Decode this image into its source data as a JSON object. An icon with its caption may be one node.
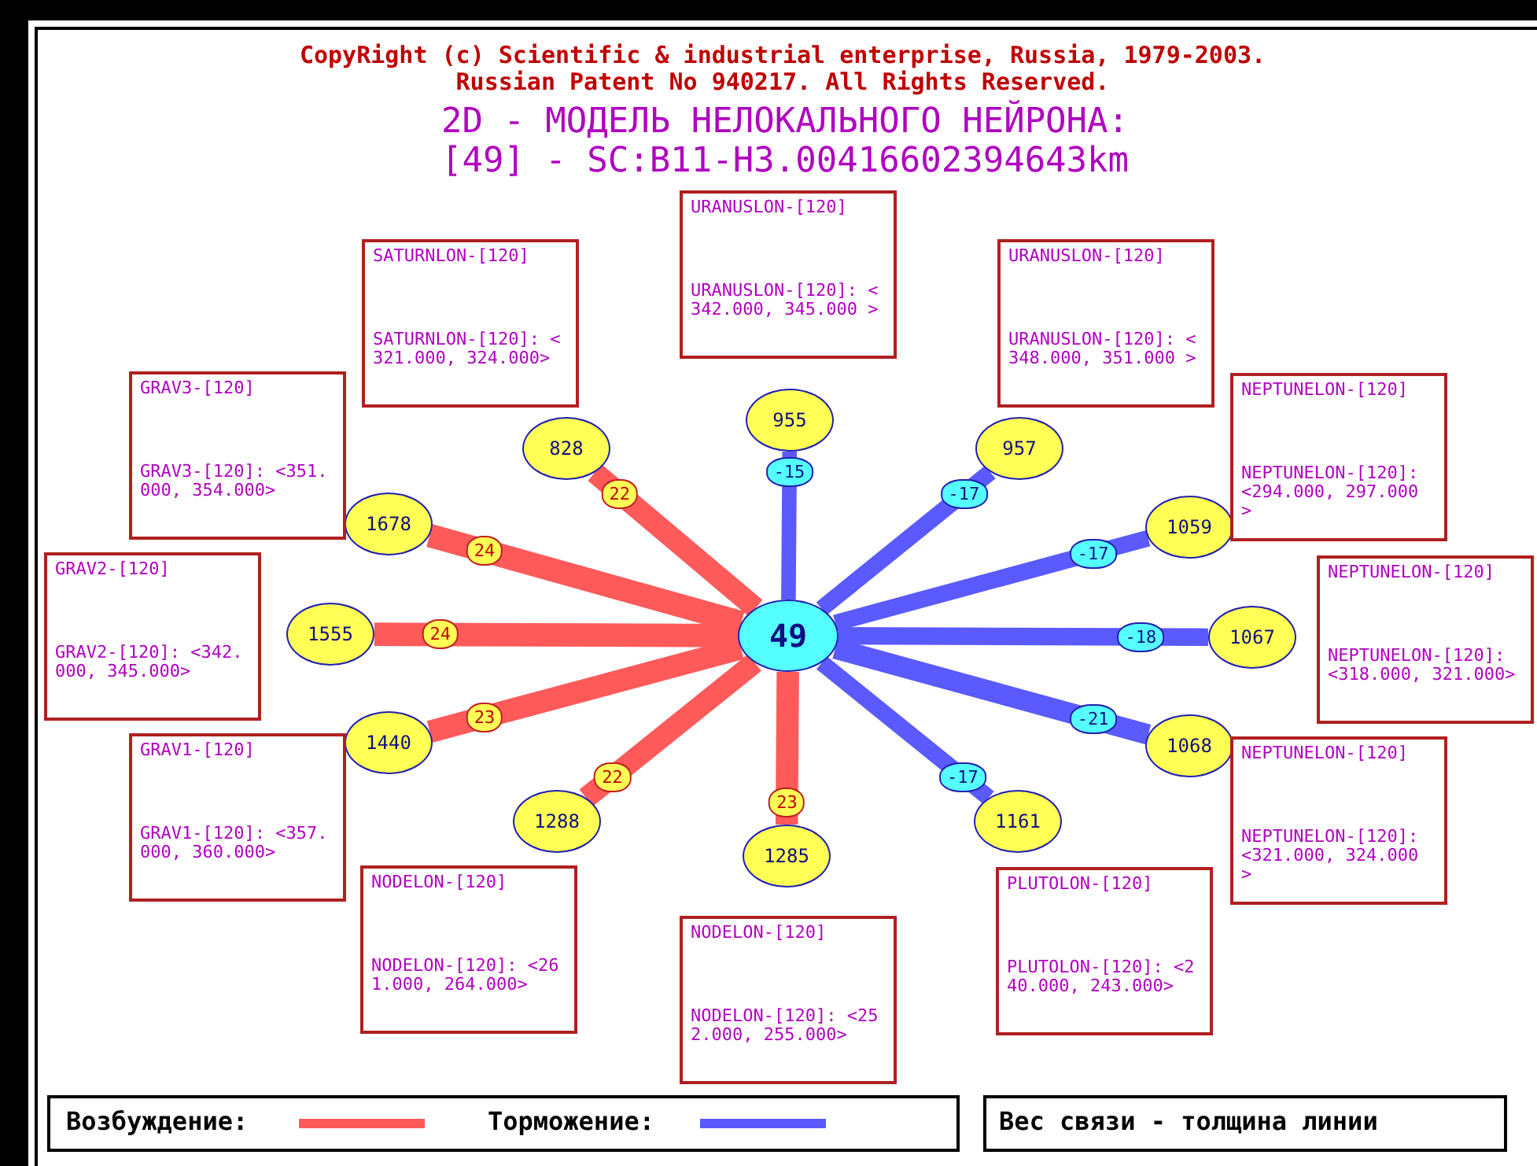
{
  "diagram": {
    "title": "2D - МОДЕЛЬ НЕЛОКАЛЬНОГО НЕЙРОНА: [49] - SC:B11-H3.00416602394643km",
    "nodes": [
      {
        "text": [
          "49"
        ]
      },
      {
        "text": [
          "955"
        ]
      },
      {
        "text": [
          "957"
        ]
      },
      {
        "text": [
          "1059"
        ]
      },
      {
        "text": [
          "1067"
        ]
      },
      {
        "text": [
          "1068"
        ]
      },
      {
        "text": [
          "1161"
        ]
      },
      {
        "text": [
          "1285"
        ]
      },
      {
        "text": [
          "1288"
        ]
      },
      {
        "text": [
          "1440"
        ]
      },
      {
        "text": [
          "1555"
        ]
      },
      {
        "text": [
          "1678"
        ]
      },
      {
        "text": [
          "828"
        ]
      },
      {
        "text": [
          "URANUSLON-[120]",
          "URANUSLON-[120]: <342.000, 345.000 >"
        ]
      },
      {
        "text": [
          "SATURNLON-[120]",
          "SATURNLON-[120]: <321.000, 324.000>"
        ]
      },
      {
        "text": [
          "URANUSLON-[120]",
          "URANUSLON-[120]: <348.000, 351.000 >"
        ]
      },
      {
        "text": [
          "GRAV3-[120]",
          "GRAV3-[120]: <351.000, 354.000>"
        ]
      },
      {
        "text": [
          "NEPTUNELON-[120]",
          "NEPTUNELON-[120]: <294.000, 297.000 >"
        ]
      },
      {
        "text": [
          "GRAV2-[120]",
          "GRAV2-[120]: <342.000, 345.000>"
        ]
      },
      {
        "text": [
          "NEPTUNELON-[120]",
          "NEPTUNELON-[120]: <318.000, 321.000>"
        ]
      },
      {
        "text": [
          "GRAV1-[120]",
          "GRAV1-[120]: <357.000, 360.000>"
        ]
      },
      {
        "text": [
          "NEPTUNELON-[120]",
          "NEPTUNELON-[120]: <321.000, 324.000 >"
        ]
      },
      {
        "text": [
          "NODELON-[120]",
          "NODELON-[120]: <261.000, 264.000>"
        ]
      },
      {
        "text": [
          "PLUTOLON-[120]",
          "PLUTOLON-[120]: <240.000, 243.000>"
        ]
      },
      {
        "text": [
          "NODELON-[120]",
          "NODELON-[120]: <252.000, 255.000>"
        ]
      }
    ],
    "edges": [
      {
        "from": 0,
        "to": 1,
        "arrow": "none",
        "label": "-15",
        "color": "#5a5aff"
      },
      {
        "from": 0,
        "to": 2,
        "arrow": "none",
        "label": "-17",
        "color": "#5a5aff"
      },
      {
        "from": 0,
        "to": 3,
        "arrow": "none",
        "label": "-17",
        "color": "#5a5aff"
      },
      {
        "from": 0,
        "to": 4,
        "arrow": "none",
        "label": "-18",
        "color": "#5a5aff"
      },
      {
        "from": 0,
        "to": 5,
        "arrow": "none",
        "label": "-21",
        "color": "#5a5aff"
      },
      {
        "from": 0,
        "to": 6,
        "arrow": "none",
        "label": "-17",
        "color": "#5a5aff"
      },
      {
        "from": 0,
        "to": 7,
        "arrow": "none",
        "label": "23",
        "color": "#ff5a5a"
      },
      {
        "from": 0,
        "to": 8,
        "arrow": "none",
        "label": "22",
        "color": "#ff5a5a"
      },
      {
        "from": 0,
        "to": 9,
        "arrow": "none",
        "label": "23",
        "color": "#ff5a5a"
      },
      {
        "from": 0,
        "to": 10,
        "arrow": "none",
        "label": "24",
        "color": "#ff5a5a"
      },
      {
        "from": 0,
        "to": 11,
        "arrow": "none",
        "label": "24",
        "color": "#ff5a5a"
      },
      {
        "from": 0,
        "to": 12,
        "arrow": "none",
        "label": "22",
        "color": "#ff5a5a"
      }
    ],
    "labels": [
      "CopyRight (c) Scientific & industrial enterprise, Russia, 1979-2003.",
      "Russian Patent No 940217. All Rights Reserved.",
      "Вес связи - толщина линии"
    ],
    "legend": [
      {
        "text": "Возбуждение:"
      },
      {
        "text": "Торможение:"
      }
    ]
  }
}
